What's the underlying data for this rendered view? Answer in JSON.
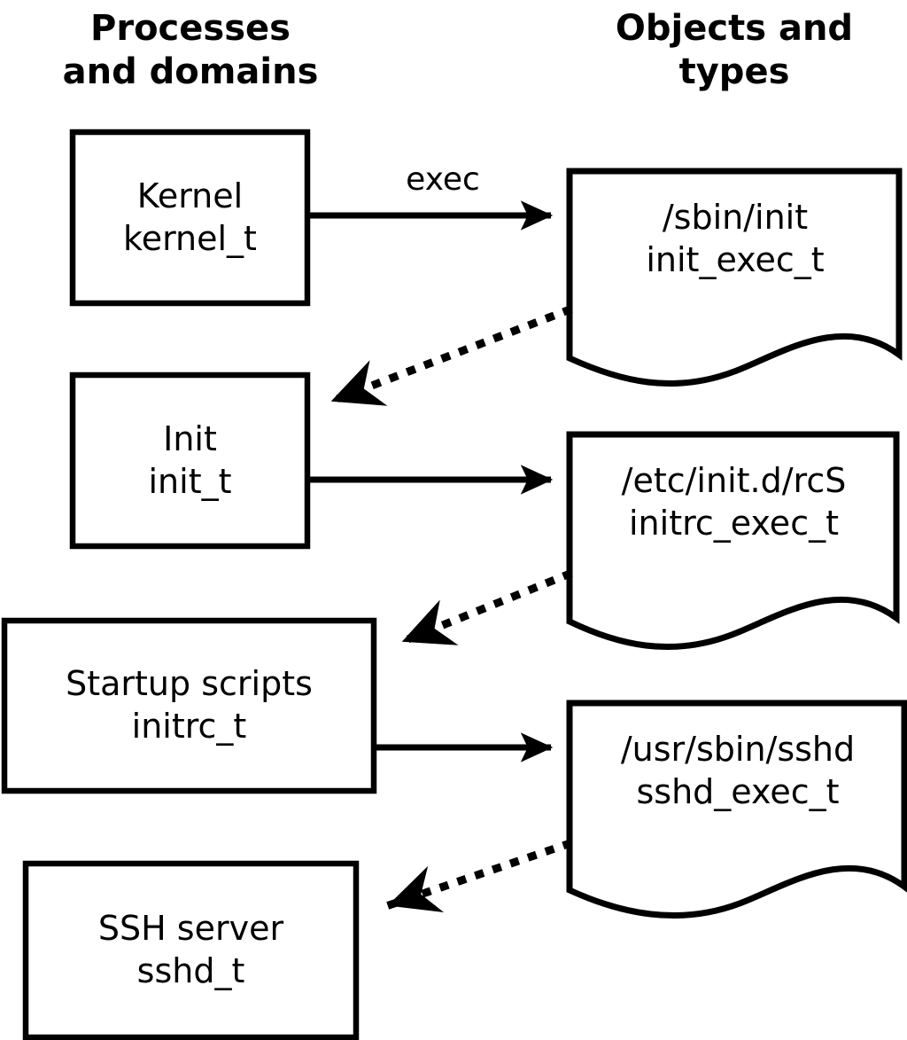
{
  "diagram": {
    "title_left": "Processes\nand domains",
    "title_right": "Objects and\ntypes",
    "background_color": "#ffffff",
    "stroke_color": "#000000",
    "process_nodes": [
      {
        "id": "kernel",
        "name": "Kernel",
        "type": "kernel_t",
        "label": "Kernel\nkernel_t"
      },
      {
        "id": "init",
        "name": "Init",
        "type": "init_t",
        "label": "Init\ninit_t"
      },
      {
        "id": "initrc",
        "name": "Startup scripts",
        "type": "initrc_t",
        "label": "Startup scripts\ninitrc_t"
      },
      {
        "id": "sshd",
        "name": "SSH server",
        "type": "sshd_t",
        "label": "SSH server\nsshd_t"
      }
    ],
    "object_nodes": [
      {
        "id": "init_exec",
        "path": "/sbin/init",
        "type": "init_exec_t",
        "label": "/sbin/init\ninit_exec_t"
      },
      {
        "id": "initrc_exec",
        "path": "/etc/init.d/rcS",
        "type": "initrc_exec_t",
        "label": "/etc/init.d/rcS\ninitrc_exec_t"
      },
      {
        "id": "sshd_exec",
        "path": "/usr/sbin/sshd",
        "type": "sshd_exec_t",
        "label": "/usr/sbin/sshd\nsshd_exec_t"
      }
    ],
    "edges": [
      {
        "id": "e1",
        "from": "kernel",
        "to": "init_exec",
        "label": "exec",
        "style": "solid"
      },
      {
        "id": "e2",
        "from": "init_exec",
        "to": "init",
        "label": "",
        "style": "dotted"
      },
      {
        "id": "e3",
        "from": "init",
        "to": "initrc_exec",
        "label": "",
        "style": "solid"
      },
      {
        "id": "e4",
        "from": "initrc_exec",
        "to": "initrc",
        "label": "",
        "style": "dotted"
      },
      {
        "id": "e5",
        "from": "initrc",
        "to": "sshd_exec",
        "label": "",
        "style": "solid"
      },
      {
        "id": "e6",
        "from": "sshd_exec",
        "to": "sshd",
        "label": "",
        "style": "dotted"
      }
    ]
  }
}
